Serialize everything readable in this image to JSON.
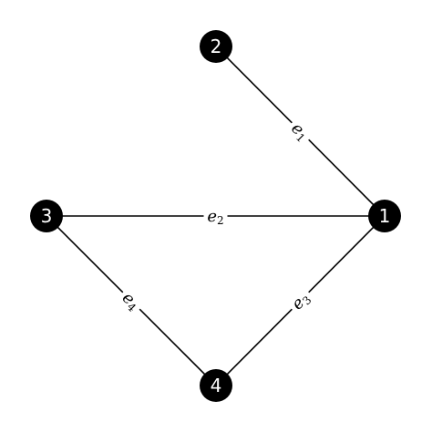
{
  "graph": {
    "nodes": [
      {
        "id": "1",
        "label": "1"
      },
      {
        "id": "2",
        "label": "2"
      },
      {
        "id": "3",
        "label": "3"
      },
      {
        "id": "4",
        "label": "4"
      }
    ],
    "edges": [
      {
        "id": "e1",
        "from": "2",
        "to": "1",
        "label": "e",
        "subscript": "1"
      },
      {
        "id": "e2",
        "from": "3",
        "to": "1",
        "label": "e",
        "subscript": "2"
      },
      {
        "id": "e3",
        "from": "4",
        "to": "1",
        "label": "e",
        "subscript": "3"
      },
      {
        "id": "e4",
        "from": "3",
        "to": "4",
        "label": "e",
        "subscript": "4"
      }
    ],
    "colors": {
      "node_fill": "#000000",
      "node_text": "#ffffff",
      "edge": "#000000",
      "background": "#ffffff"
    }
  }
}
